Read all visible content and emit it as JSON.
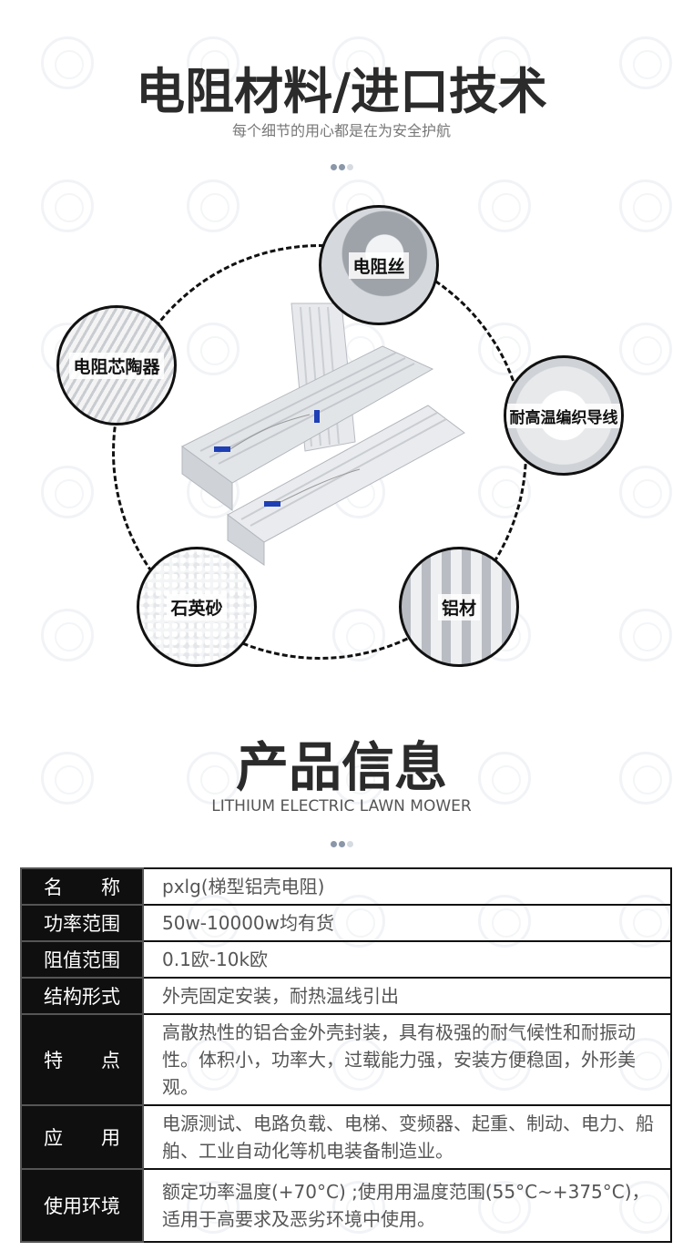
{
  "section1": {
    "title": "电阻材料/进口技术",
    "subtitle": "每个细节的用心都是在为安全护航"
  },
  "diagram": {
    "nodes": [
      {
        "name": "wire",
        "label": "电阻丝"
      },
      {
        "name": "core",
        "label": "电阻芯陶器"
      },
      {
        "name": "braid",
        "label": "耐高温编织导线"
      },
      {
        "name": "sand",
        "label": "石英砂"
      },
      {
        "name": "aluminum",
        "label": "铝材"
      }
    ]
  },
  "section2": {
    "title": "产品信息",
    "subtitle": "LITHIUM ELECTRIC LAWN MOWER"
  },
  "table": {
    "rows": [
      {
        "key": "名　　称",
        "value": "pxlg(梯型铝壳电阻)"
      },
      {
        "key": "功率范围",
        "value": "50w-10000w均有货"
      },
      {
        "key": "阻值范围",
        "value": "0.1欧-10k欧"
      },
      {
        "key": "结构形式",
        "value": "外壳固定安装，耐热温线引出"
      },
      {
        "key": "特　　点",
        "value": "高散热性的铝合金外壳封装，具有极强的耐气候性和耐振动性。体积小，功率大，过载能力强，安装方便稳固，外形美观。"
      },
      {
        "key": "应　　用",
        "value": "电源测试、电路负载、电梯、变频器、起重、制动、电力、船舶、工业自动化等机电装备制造业。"
      },
      {
        "key": "使用环境",
        "value": "额定功率温度(+70°C) ;使用用温度范围(55°C~+375°C)，适用于高要求及恶劣环境中使用。"
      }
    ]
  },
  "colors": {
    "dot_active": "#8a97a8",
    "dot_inactive": "#d6dbe2",
    "label_bg": "#0f0f0f"
  }
}
